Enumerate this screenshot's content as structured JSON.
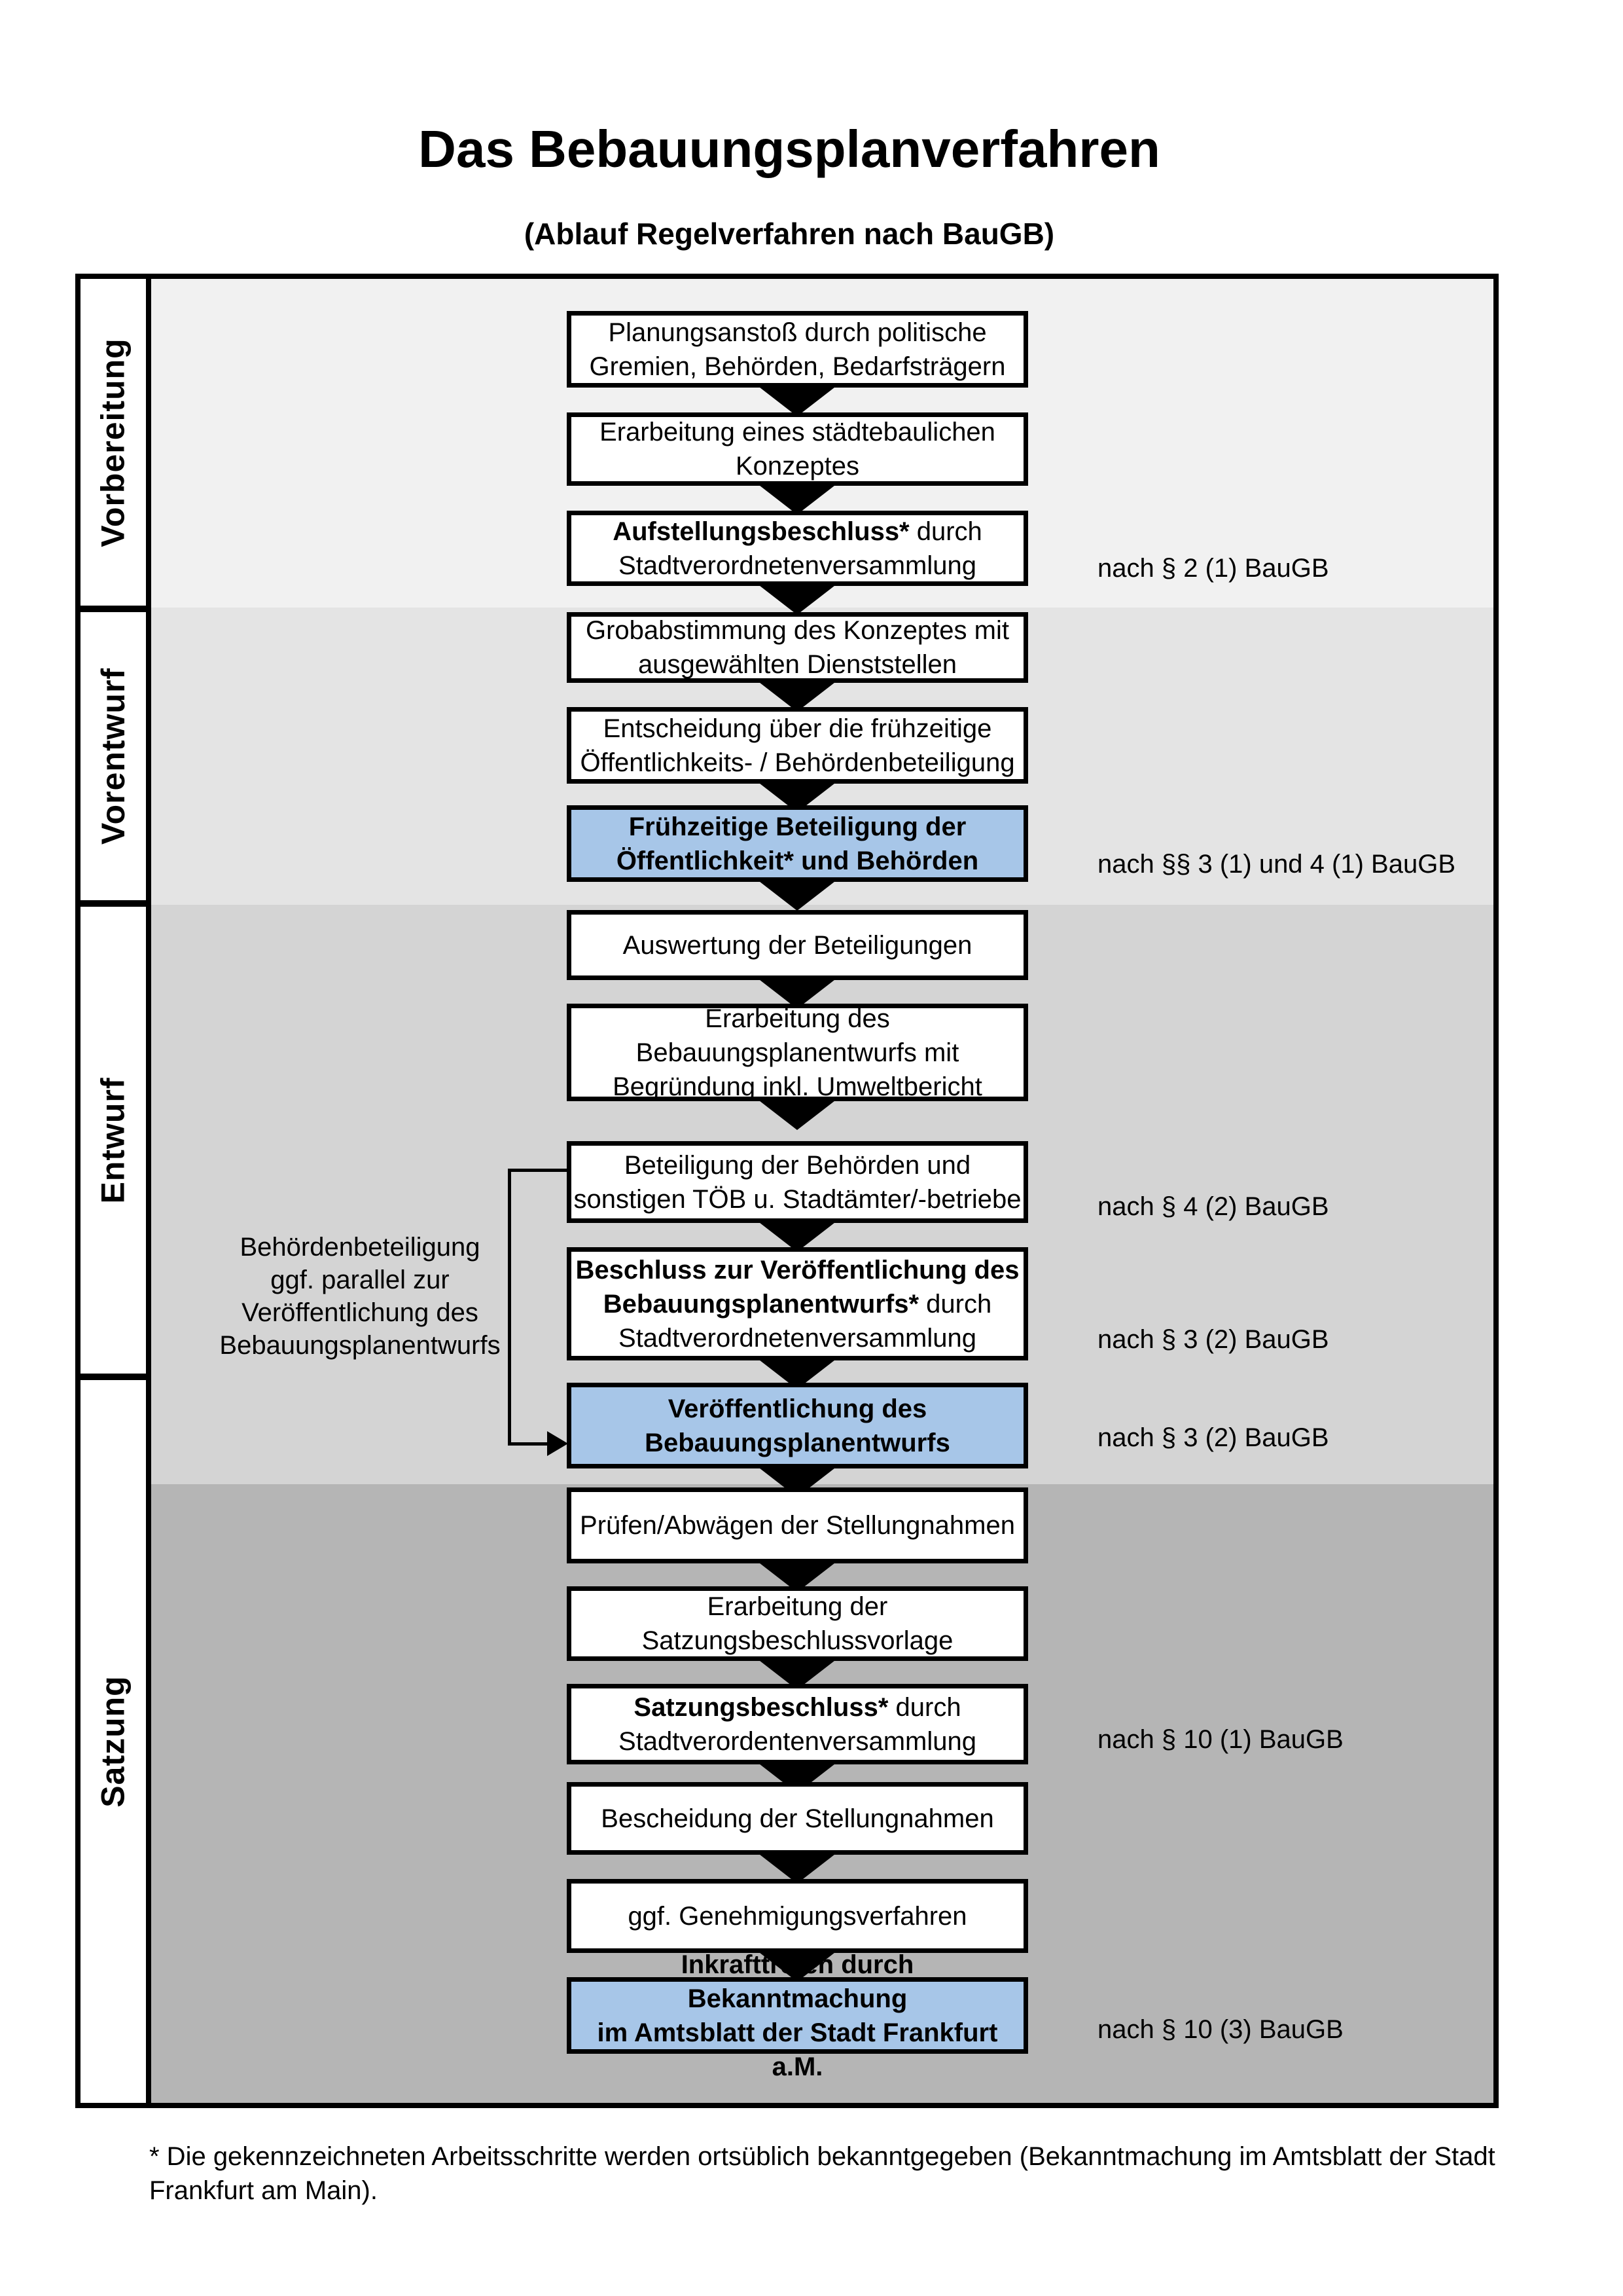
{
  "page": {
    "title": "Das Bebauungsplanverfahren",
    "subtitle": "(Ablauf Regelverfahren nach BauGB)",
    "footnote": "* Die gekennzeichneten Arbeitsschritte werden ortsüblich bekanntgegeben (Bekanntmachung im Amtsblatt der Stadt Frankfurt am Main)."
  },
  "colors": {
    "phase_vorbereitung_bg": "#f1f1f1",
    "phase_vorentwurf_bg": "#e4e4e4",
    "phase_entwurf_bg": "#d4d4d4",
    "phase_satzung_bg": "#b5b5b5",
    "highlight_blue": "#a7c6e8",
    "line_black": "#000000"
  },
  "phases": {
    "p1": "Vorbereitung",
    "p2": "Vorentwurf",
    "p3": "Entwurf",
    "p4": "Satzung"
  },
  "boxes": {
    "b1": {
      "l1": "Planungsanstoß durch politische",
      "l2": "Gremien, Behörden, Bedarfsträgern"
    },
    "b2": {
      "l1": "Erarbeitung eines städtebaulichen",
      "l2": "Konzeptes"
    },
    "b3": {
      "l1b": "Aufstellungsbeschluss*",
      "l1r": " durch",
      "l2": "Stadtverordnetenversammlung"
    },
    "b4": {
      "l1": "Grobabstimmung des Konzeptes mit",
      "l2": "ausgewählten Dienststellen"
    },
    "b5": {
      "l1": "Entscheidung über die frühzeitige",
      "l2": "Öffentlichkeits- / Behördenbeteiligung"
    },
    "b6": {
      "l1": "Frühzeitige Beteiligung der",
      "l2": "Öffentlichkeit* und Behörden"
    },
    "b7": {
      "l1": "Auswertung der Beteiligungen"
    },
    "b8": {
      "l1": "Erarbeitung des",
      "l2": "Bebauungsplanentwurfs mit",
      "l3": "Begründung inkl. Umweltbericht"
    },
    "b9": {
      "l1": "Beteiligung der Behörden und",
      "l2": "sonstigen TÖB u. Stadtämter/-betriebe"
    },
    "b10": {
      "l1b": "Beschluss zur Veröffentlichung des",
      "l2b": "Bebauungsplanentwurfs*",
      "l2r": " durch",
      "l3": "Stadtverordnetenversammlung"
    },
    "b11": {
      "l1": "Veröffentlichung des",
      "l2": "Bebauungsplanentwurfs"
    },
    "b12": {
      "l1": "Prüfen/Abwägen der Stellungnahmen"
    },
    "b13": {
      "l1": "Erarbeitung der",
      "l2": "Satzungsbeschlussvorlage"
    },
    "b14": {
      "l1b": "Satzungsbeschluss*",
      "l1r": " durch",
      "l2": "Stadtverordentenversammlung"
    },
    "b15": {
      "l1": "Bescheidung der Stellungnahmen"
    },
    "b16": {
      "l1": "ggf. Genehmigungsverfahren"
    },
    "b17": {
      "l1b": "Inkrafttreten",
      "l1r": " durch Bekanntmachung",
      "l2": "im Amtsblatt der Stadt Frankfurt a.M."
    }
  },
  "annotations": {
    "a1": "nach § 2 (1) BauGB",
    "a2": "nach §§ 3 (1) und 4 (1) BauGB",
    "a3": "nach § 4 (2) BauGB",
    "a4": "nach § 3 (2) BauGB",
    "a5": "nach § 3 (2) BauGB",
    "a6": "nach § 10 (1) BauGB",
    "a7": "nach § 10 (3) BauGB"
  },
  "side_note": {
    "l1": "Behördenbeteiligung",
    "l2": "ggf. parallel zur",
    "l3": "Veröffentlichung des",
    "l4": "Bebauungsplanentwurfs"
  }
}
